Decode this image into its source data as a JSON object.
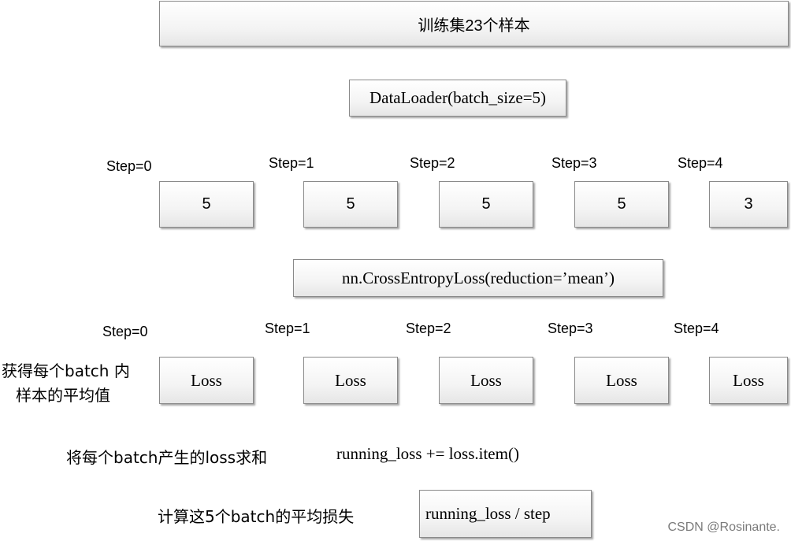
{
  "dataset_box": "训练集23个样本",
  "dataloader_box": "DataLoader(batch_size=5)",
  "batch_steps": [
    {
      "label": "Step=0",
      "size": "5"
    },
    {
      "label": "Step=1",
      "size": "5"
    },
    {
      "label": "Step=2",
      "size": "5"
    },
    {
      "label": "Step=3",
      "size": "5"
    },
    {
      "label": "Step=4",
      "size": "3"
    }
  ],
  "loss_fn_box": "nn.CrossEntropyLoss(reduction=’mean’)",
  "loss_steps": [
    {
      "label": "Step=0",
      "value": "Loss"
    },
    {
      "label": "Step=1",
      "value": "Loss"
    },
    {
      "label": "Step=2",
      "value": "Loss"
    },
    {
      "label": "Step=3",
      "value": "Loss"
    },
    {
      "label": "Step=4",
      "value": "Loss"
    }
  ],
  "loss_note_line1": "获得每个batch 内",
  "loss_note_line2": "样本的平均值",
  "sum_note": "将每个batch产生的loss求和",
  "sum_code": "running_loss += loss.item()",
  "avg_note": "计算这5个batch的平均损失",
  "avg_box": "running_loss / step",
  "watermark": "CSDN @Rosinante."
}
